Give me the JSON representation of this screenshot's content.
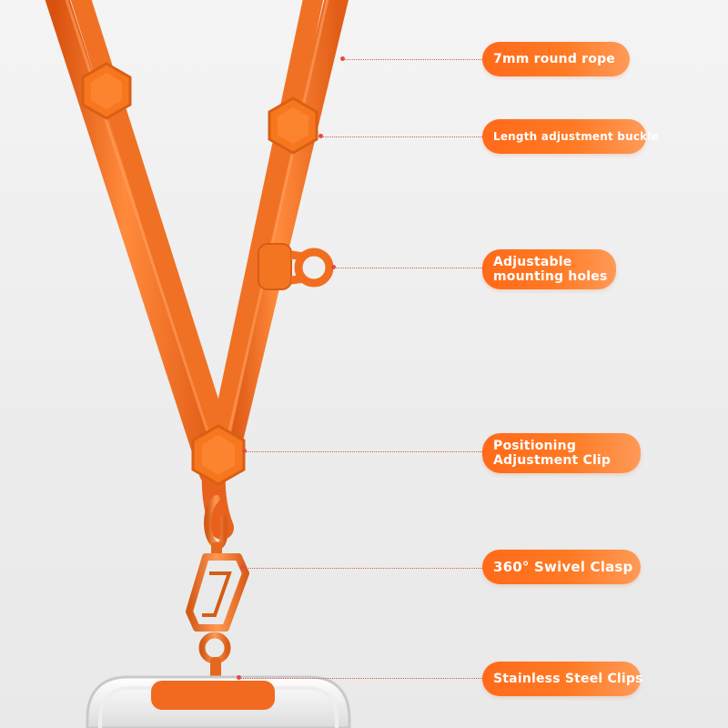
{
  "callouts": {
    "rope": "7mm round rope",
    "buckle": "Length adjustment buckle",
    "mounting_line1": "Adjustable",
    "mounting_line2": "mounting holes",
    "positioning_line1": "Positioning",
    "positioning_line2": "Adjustment Clip",
    "swivel": "360° Swivel Clasp",
    "clips": "Stainless Steel Clips"
  },
  "colors": {
    "strap_orange": "#f26a1f",
    "callout_orange": "#ff7a24",
    "leader_red": "#e2564f",
    "background": "#efefef"
  },
  "icons": {
    "hex_buckle": "hexagon-buckle-icon",
    "mount_ring": "ring-loop-icon",
    "swivel_clasp": "carabiner-clasp-icon",
    "phone_case": "phone-case-icon"
  }
}
